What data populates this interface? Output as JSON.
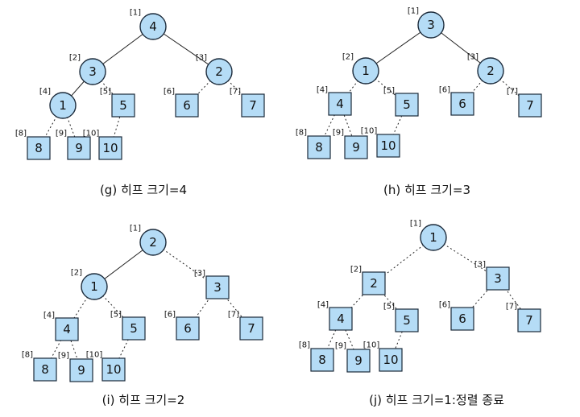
{
  "panels": [
    {
      "caption": "(g) 히프 크기=4",
      "heap_size": 4,
      "values": [
        4,
        3,
        2,
        1,
        5,
        6,
        7,
        8,
        9,
        10
      ]
    },
    {
      "caption": "(h) 히프 크기=3",
      "heap_size": 3,
      "values": [
        3,
        1,
        2,
        4,
        5,
        6,
        7,
        8,
        9,
        10
      ]
    },
    {
      "caption": "(i) 히프 크기=2",
      "heap_size": 2,
      "values": [
        2,
        1,
        3,
        4,
        5,
        6,
        7,
        8,
        9,
        10
      ]
    },
    {
      "caption": "(j) 히프 크기=1:정렬 종료",
      "heap_size": 1,
      "values": [
        1,
        2,
        3,
        4,
        5,
        6,
        7,
        8,
        9,
        10
      ]
    }
  ],
  "index_labels": [
    "[1]",
    "[2]",
    "[3]",
    "[4]",
    "[5]",
    "[6]",
    "[7]",
    "[8]",
    "[9]",
    "[10]"
  ]
}
